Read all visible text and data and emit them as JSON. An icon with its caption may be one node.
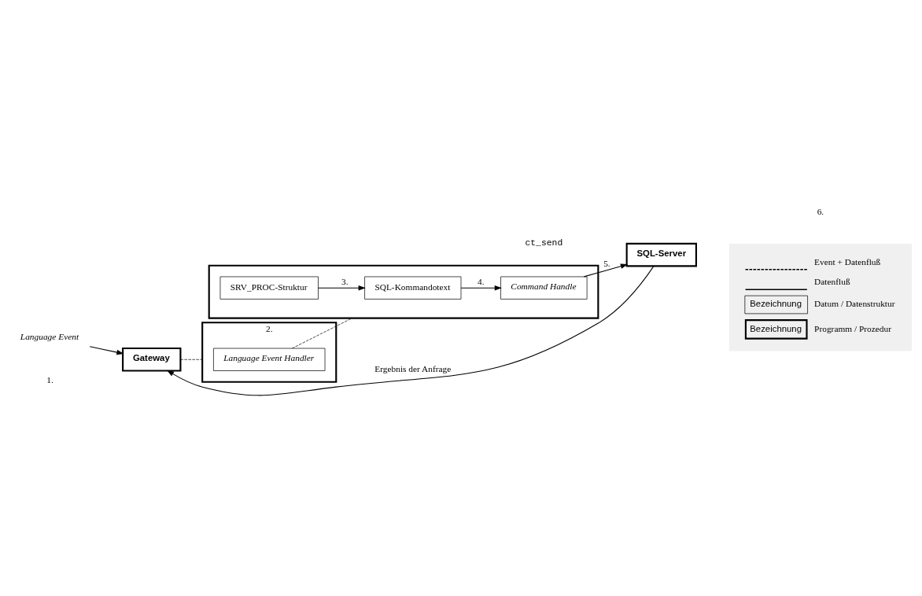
{
  "diagram": {
    "nodes": [
      {
        "text": [
          "Gateway"
        ]
      },
      {
        "text": [],
        "shape": "box",
        "beside": [
          "2."
        ]
      },
      {
        "text": [
          "Language Event Handler"
        ],
        "in": 1
      },
      {
        "text": [],
        "shape": "box"
      },
      {
        "text": [
          "SRV_PROC-Struktur"
        ],
        "in": 3
      },
      {
        "text": [
          "SQL-Kommandotext"
        ],
        "in": 3
      },
      {
        "text": [
          "Command Handle"
        ],
        "in": 3
      },
      {
        "text": [
          "SQL-Server"
        ]
      },
      {
        "text": [
          "Language Event"
        ]
      }
    ],
    "edges": [
      {
        "from": 8,
        "to": 0,
        "arrow": "to"
      },
      {
        "from": 0,
        "to": 1,
        "arrow": "none",
        "style": "dashed"
      },
      {
        "from": 2,
        "to": 3,
        "arrow": "none",
        "style": "dashed"
      },
      {
        "from": 4,
        "to": 5,
        "arrow": "to",
        "label": "3."
      },
      {
        "from": 5,
        "to": 6,
        "arrow": "to",
        "label": "4."
      },
      {
        "from": 6,
        "to": 7,
        "arrow": "to",
        "label": "5."
      },
      {
        "from": 7,
        "to": 0,
        "arrow": "to",
        "label": "Ergebnis der Anfrage"
      }
    ],
    "labels": [
      "1.",
      "ct_send",
      "6.",
      "Bezeichnung",
      "Bezeichnung"
    ],
    "legend": [
      {
        "text": "Event + Datenfluß"
      },
      {
        "text": "Datenfluß"
      },
      {
        "text": "Datum / Datenstruktur"
      },
      {
        "text": "Programm / Prozedur"
      }
    ]
  }
}
